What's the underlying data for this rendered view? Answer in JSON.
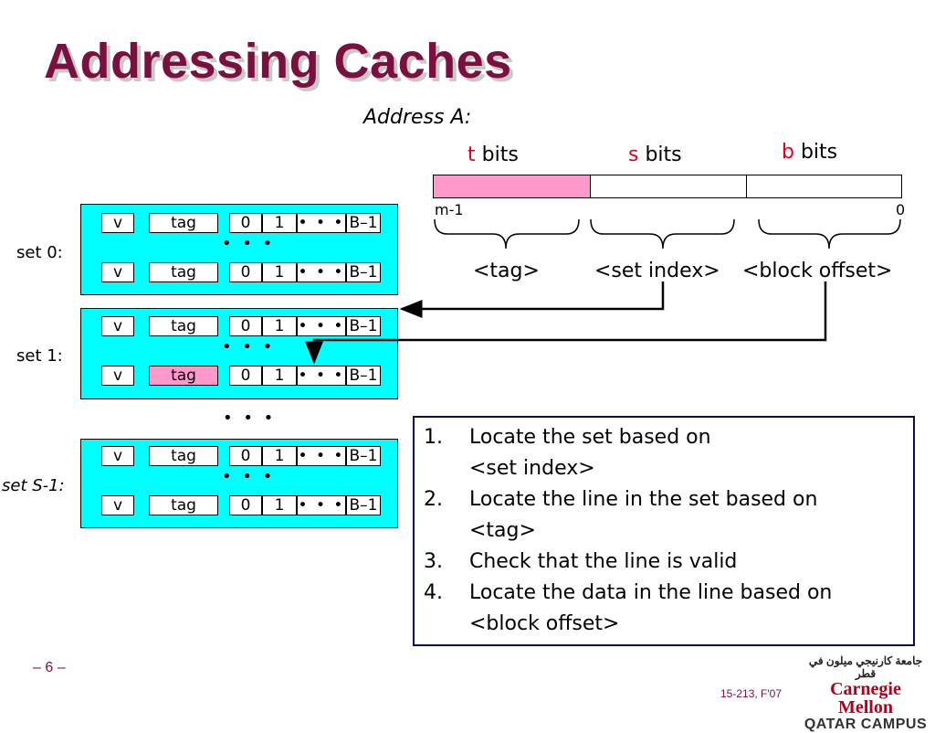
{
  "title": "Addressing  Caches",
  "address": {
    "label": "Address A:",
    "t_letter": "t",
    "t_rest": " bits",
    "s_letter": "s",
    "s_rest": " bits",
    "b_letter": "b",
    "b_rest": " bits",
    "msb": "m-1",
    "lsb": "0",
    "fields": [
      "<tag>",
      "<set index>",
      "<block offset>"
    ]
  },
  "line_cells": {
    "v": "v",
    "tag": "tag",
    "b0": "0",
    "b1": "1",
    "dots": "• • •",
    "blast": "B–1"
  },
  "ellipsis": "• • •",
  "sets": [
    {
      "label": "set 0:"
    },
    {
      "label": "set 1:"
    },
    {
      "label": "set S-1:"
    }
  ],
  "steps": [
    {
      "num": "1.",
      "lines": [
        "Locate the set based on",
        "<set index>"
      ]
    },
    {
      "num": "2.",
      "lines": [
        "Locate the line in the set based on",
        "<tag>"
      ]
    },
    {
      "num": "3.",
      "lines": [
        "Check that the line is valid"
      ]
    },
    {
      "num": "4.",
      "lines": [
        "Locate the data in the line based on",
        "<block offset>"
      ]
    }
  ],
  "footer": {
    "page": "– 6 –",
    "course": "15-213, F'07",
    "logo_arabic": "جامعة كارنيجي ميلون في قطر",
    "logo_name": "Carnegie Mellon",
    "logo_campus": "QATAR CAMPUS"
  },
  "colors": {
    "title": "#7a1040",
    "cache_bg": "#00ffff",
    "tag_highlight": "#ff99cc",
    "bits_letter": "#e0001a",
    "steps_border": "#0a0a5a"
  }
}
